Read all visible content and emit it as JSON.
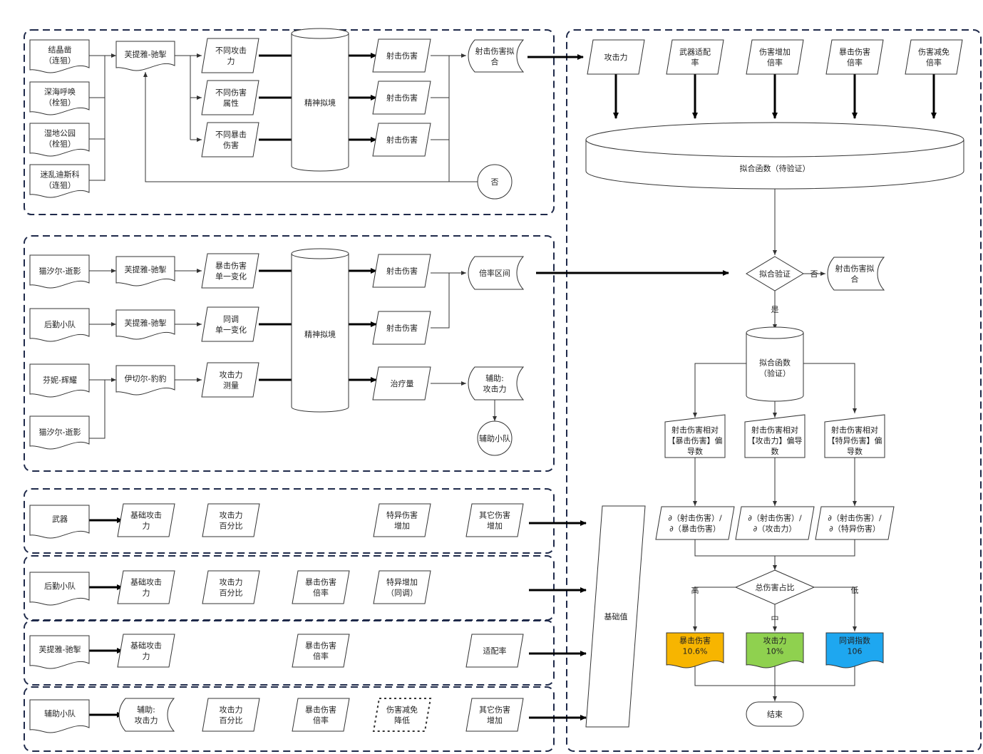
{
  "colors": {
    "stroke": "#333333",
    "group_border": "#1f2a4a",
    "crit": "#f7b500",
    "atk": "#8fd14f",
    "anomaly": "#1ea7f0"
  },
  "group1": {
    "agents": [
      [
        "结晶凿",
        "（连狙）"
      ],
      [
        "深海呼唤",
        "（栓狙）"
      ],
      [
        "湿地公园",
        "（栓狙）"
      ],
      [
        "迷乱迪斯科",
        "（连狙）"
      ]
    ],
    "main": "芙提雅-驰掣",
    "vars": [
      [
        "不同攻击",
        "力"
      ],
      [
        "不同伤害",
        "属性"
      ],
      [
        "不同暴击",
        "伤害"
      ]
    ],
    "cyl": "精神拟境",
    "out": "射击伤害",
    "fit": [
      "射击伤害拟",
      "合"
    ],
    "no": "否"
  },
  "group2": {
    "agents": [
      "猫汐尔-逝影",
      "后勤小队",
      "芬妮-辉耀",
      "猫汐尔-逝影"
    ],
    "mains": [
      "芙提雅-驰掣",
      "芙提雅-驰掣",
      "伊切尔-豹豹"
    ],
    "vars": [
      [
        "暴击伤害",
        "单一变化"
      ],
      [
        "同调",
        "单一变化"
      ],
      [
        "攻击力",
        "测量"
      ]
    ],
    "cyl": "精神拟境",
    "outs": [
      "射击伤害",
      "射击伤害",
      "治疗量"
    ],
    "range": "倍率区间",
    "assist": [
      "辅助:",
      "攻击力"
    ],
    "assist_team": "辅助小队"
  },
  "params": [
    [
      "攻击力"
    ],
    [
      "武器适配",
      "率"
    ],
    [
      "伤害增加",
      "倍率"
    ],
    [
      "暴击伤害",
      "倍率"
    ],
    [
      "伤害减免",
      "倍率"
    ]
  ],
  "fit_func": "拟合函数（待验证）",
  "verify": "拟合验证",
  "verify_no": "否",
  "verify_yes": "是",
  "side_fit": [
    "射击伤害拟",
    "合"
  ],
  "fit_func2": [
    "拟合函数",
    "（验证）"
  ],
  "partials_doc": [
    [
      "射击伤害相对",
      "【暴击伤害】偏",
      "导数"
    ],
    [
      "射击伤害相对",
      "【攻击力】偏导",
      "数"
    ],
    [
      "射击伤害相对",
      "【特异伤害】偏",
      "导数"
    ]
  ],
  "partials": [
    [
      "∂（射击伤害）/",
      "∂（暴击伤害）"
    ],
    [
      "∂（射击伤害）/",
      "∂（攻击力）"
    ],
    [
      "∂（射击伤害）/",
      "∂（特异伤害）"
    ]
  ],
  "ratio": "总伤害占比",
  "levels": [
    "高",
    "中",
    "低"
  ],
  "results": [
    [
      "暴击伤害",
      "10.6%"
    ],
    [
      "攻击力",
      "10%"
    ],
    [
      "同调指数",
      "106"
    ]
  ],
  "end": "结束",
  "base_value": "基础值",
  "rows": [
    {
      "src": "武器",
      "cells": [
        [
          "基础攻击",
          "力"
        ],
        [
          "攻击力",
          "百分比"
        ],
        null,
        [
          "特异伤害",
          "增加"
        ],
        [
          "其它伤害",
          "增加"
        ]
      ]
    },
    {
      "src": "后勤小队",
      "cells": [
        [
          "基础攻击",
          "力"
        ],
        [
          "攻击力",
          "百分比"
        ],
        [
          "暴击伤害",
          "倍率"
        ],
        [
          "特异增加",
          "（同调）"
        ],
        null
      ]
    },
    {
      "src": "芙提雅-驰掣",
      "cells": [
        [
          "基础攻击",
          "力"
        ],
        null,
        [
          "暴击伤害",
          "倍率"
        ],
        null,
        [
          "适配率"
        ]
      ]
    },
    {
      "src": "辅助小队",
      "cells": [
        [
          "辅助:",
          "攻击力"
        ],
        [
          "攻击力",
          "百分比"
        ],
        [
          "暴击伤害",
          "倍率"
        ],
        [
          "伤害减免",
          "降低"
        ],
        [
          "其它伤害",
          "增加"
        ]
      ]
    }
  ]
}
